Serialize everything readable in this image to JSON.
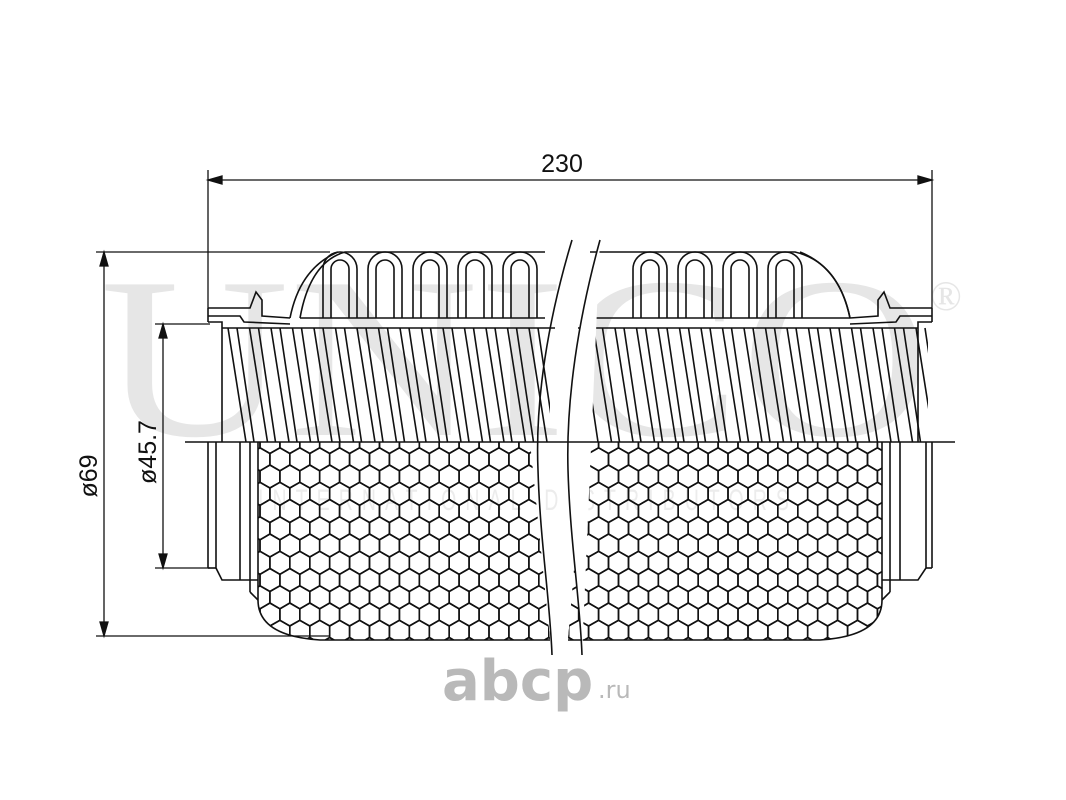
{
  "dimensions": {
    "length": "230",
    "outer_diameter": "ø69",
    "inner_diameter": "ø45.7"
  },
  "watermark": {
    "brand": "UNICO",
    "registered_mark": "®",
    "subtitle": "INTERNATIONAL DISTRIBUTORS"
  },
  "site_watermark": {
    "name": "abcp",
    "suffix": ".ru"
  },
  "colors": {
    "line": "#111111",
    "watermark": "#e6e6e6",
    "site_watermark": "#b9b9b9"
  }
}
